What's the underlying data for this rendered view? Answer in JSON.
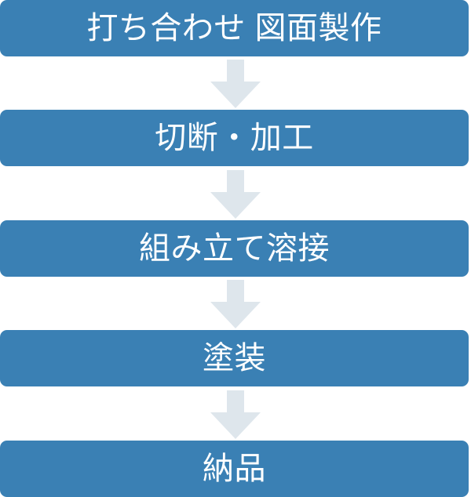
{
  "diagram": {
    "type": "vertical-process-flow",
    "title": "",
    "orientation": "top-to-bottom",
    "colors": {
      "box_fill": "#3a80b4",
      "box_text": "#ffffff",
      "arrow_fill": "#dee6ec",
      "background": "#ffffff"
    },
    "steps": [
      {
        "label": "打ち合わせ 図面製作",
        "order": 1
      },
      {
        "label": "切断・加工",
        "order": 2
      },
      {
        "label": "組み立て溶接",
        "order": 3
      },
      {
        "label": "塗装",
        "order": 4
      },
      {
        "label": "納品",
        "order": 5
      }
    ],
    "connectors": [
      {
        "icon": "down-arrow-icon",
        "from": 1,
        "to": 2
      },
      {
        "icon": "down-arrow-icon",
        "from": 2,
        "to": 3
      },
      {
        "icon": "down-arrow-icon",
        "from": 3,
        "to": 4
      },
      {
        "icon": "down-arrow-icon",
        "from": 4,
        "to": 5
      }
    ]
  }
}
